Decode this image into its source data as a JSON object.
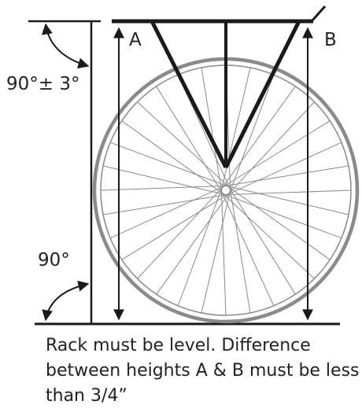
{
  "labels": {
    "height_a": "A",
    "height_b": "B",
    "angle_top": "90°± 3°",
    "angle_bottom": "90°"
  },
  "caption": {
    "line1": "Rack must be level.  Difference",
    "line2": "between heights A & B must be less",
    "line3": "than 3/4”"
  },
  "colors": {
    "line": "#1a1a1a",
    "wheel": "#888888",
    "text": "#222222"
  }
}
